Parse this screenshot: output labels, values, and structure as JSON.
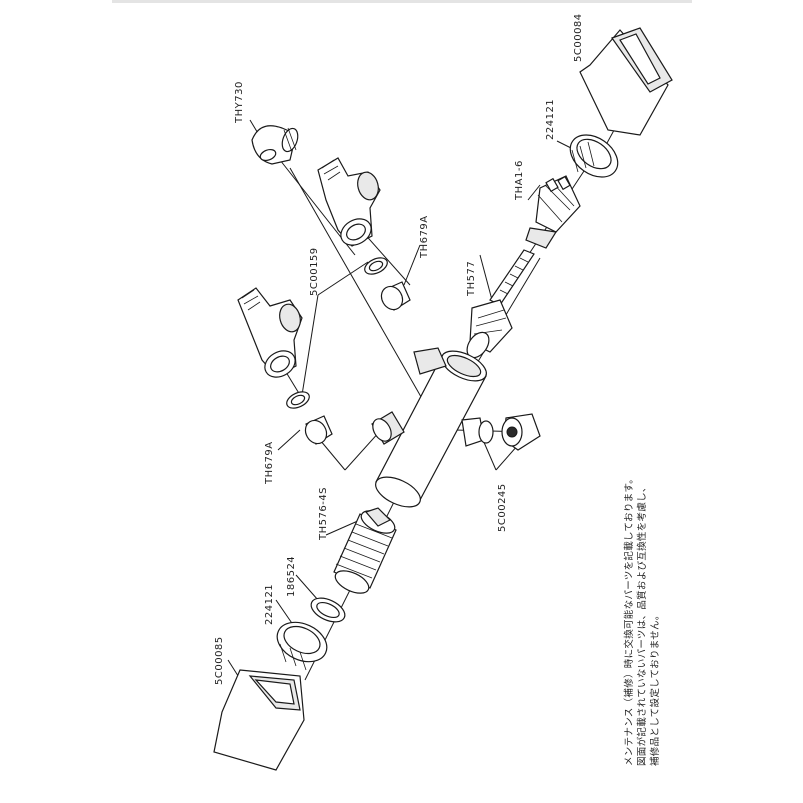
{
  "diagram": {
    "part_labels": {
      "top_cap": "5C00084",
      "top_nut": "224121",
      "top_cartridge": "THA1-6",
      "top_spindle": "TH577",
      "elbow": "THY730",
      "upper_valve_gasket": "TH679A",
      "valves_washer": "5C00159",
      "lower_valve_gasket": "TH679A",
      "side_port": "5C00245",
      "bottom_cartridge": "TH576-4S",
      "bottom_ring": "186524",
      "bottom_nut": "224121",
      "bottom_cap": "5C00085"
    },
    "note_lines": [
      "メンテナンス（補修）時に交換可能なパーツを記載しております。",
      "図面が記載されていないパーツは、品質および互換性を考慮し、",
      "補修品として設定しておりません。"
    ]
  }
}
